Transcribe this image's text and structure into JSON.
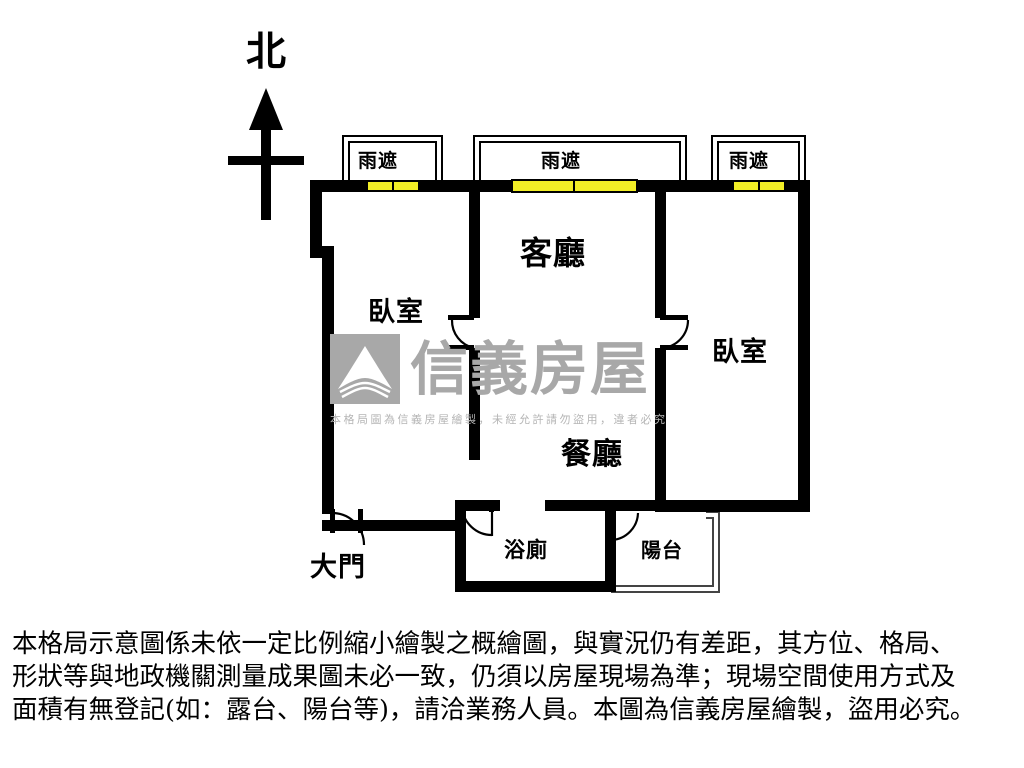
{
  "compass": {
    "direction_label": "北",
    "icon": "north-arrow-icon"
  },
  "eaves": [
    {
      "label": "雨遮",
      "position": "left"
    },
    {
      "label": "雨遮",
      "position": "center"
    },
    {
      "label": "雨遮",
      "position": "right"
    }
  ],
  "rooms": [
    {
      "key": "living",
      "label": "客廳"
    },
    {
      "key": "bedroom_left",
      "label": "臥室"
    },
    {
      "key": "bedroom_right",
      "label": "臥室"
    },
    {
      "key": "dining",
      "label": "餐廳"
    },
    {
      "key": "bathroom",
      "label": "浴廁"
    },
    {
      "key": "balcony",
      "label": "陽台"
    }
  ],
  "entrance": {
    "label": "大門"
  },
  "watermark": {
    "brand": "信義房屋",
    "notice": "本格局圖為信義房屋繪製，未經允許請勿盜用，違者必究",
    "color": "#a8a8a8"
  },
  "footer": {
    "line1": "本格局示意圖係未依一定比例縮小繪製之概繪圖，與實況仍有差距，其方位、格局、",
    "line2": "形狀等與地政機關測量成果圖未必一致，仍須以房屋現場為準；現場空間使用方式及",
    "line3": "面積有無登記(如：露台、陽台等)，請洽業務人員。本圖為信義房屋繪製，盜用必究。"
  },
  "colors": {
    "wall": "#000000",
    "window": "#f2ee26",
    "window_stroke": "#000000",
    "thin_wall": "#3b3b3b",
    "background": "#ffffff"
  }
}
